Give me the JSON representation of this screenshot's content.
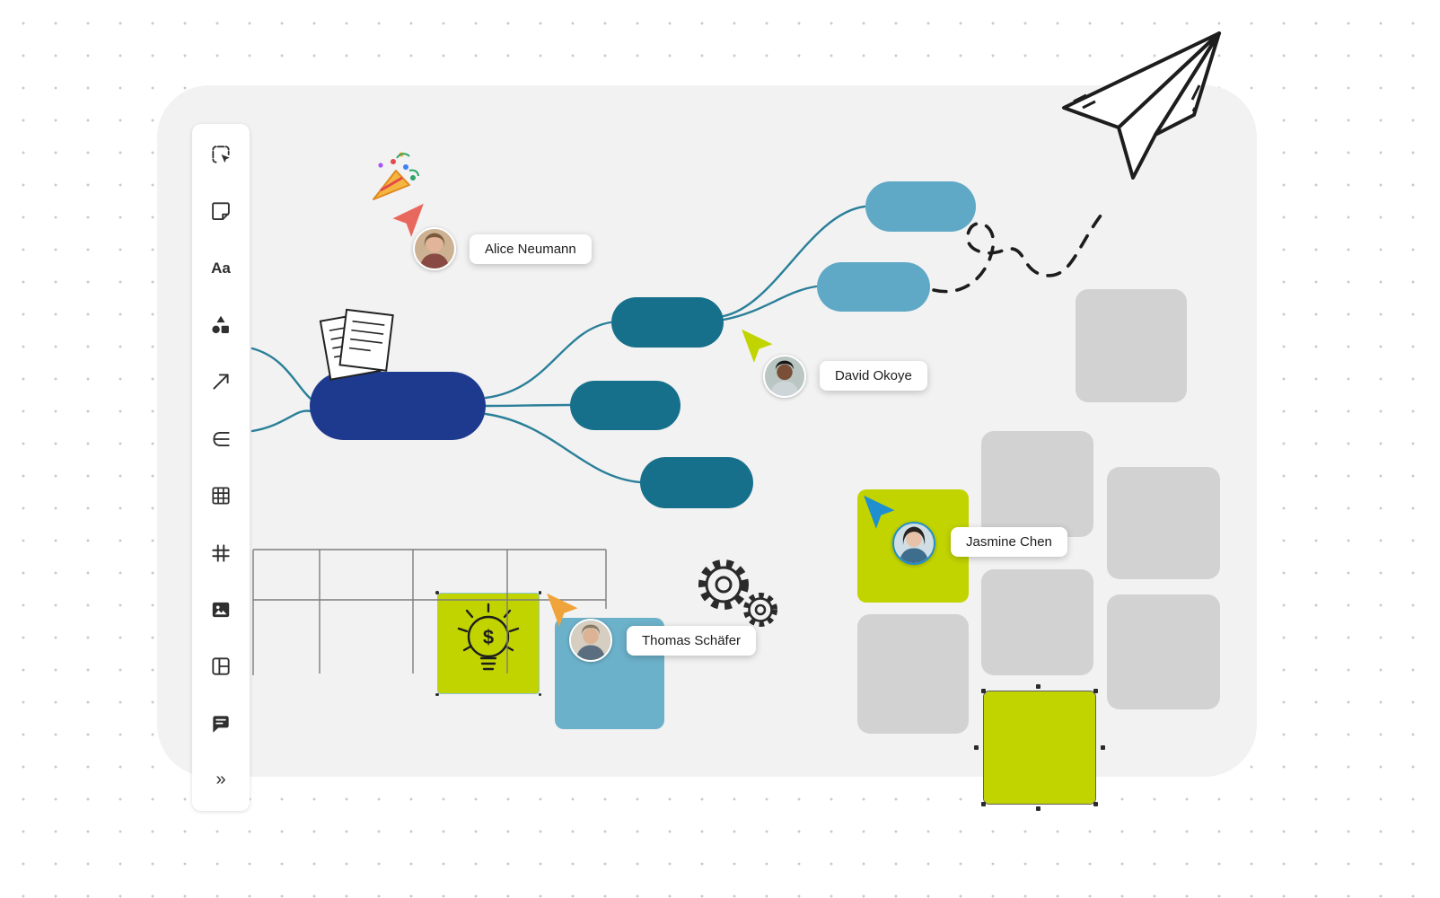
{
  "board": {
    "toolbar": {
      "text_tool_label": "Aa",
      "collapse_label": "»",
      "items": [
        {
          "id": "select-area"
        },
        {
          "id": "sticky-note"
        },
        {
          "id": "text"
        },
        {
          "id": "shapes"
        },
        {
          "id": "connector-arrow"
        },
        {
          "id": "mind-map"
        },
        {
          "id": "table"
        },
        {
          "id": "frame"
        },
        {
          "id": "image"
        },
        {
          "id": "layout"
        },
        {
          "id": "comment"
        },
        {
          "id": "collapse"
        }
      ]
    },
    "collaborators": [
      {
        "name": "Alice Neumann",
        "cursor_color": "#e8685d",
        "avatar": {
          "bg": "#cdb193",
          "face": "#e3b49a",
          "shirt": "#8a4a44",
          "hair": "#7b5a3c"
        }
      },
      {
        "name": "David Okoye",
        "cursor_color": "#c2d400",
        "avatar": {
          "bg": "#b9c6c2",
          "face": "#7a4f38",
          "shirt": "#cdd5d9",
          "hair": "#161616"
        }
      },
      {
        "name": "Jasmine Chen",
        "cursor_color": "#1f8fd0",
        "avatar": {
          "bg": "#cfdde4",
          "face": "#e8c2a8",
          "shirt": "#3e6e8e",
          "hair": "#262320"
        }
      },
      {
        "name": "Thomas Schäfer",
        "cursor_color": "#f0a33a",
        "avatar": {
          "bg": "#d6cec0",
          "face": "#dcb394",
          "shirt": "#5a6e80",
          "hair": "#8a7a64"
        }
      }
    ],
    "doodles": {
      "lightbulb_symbol": "$"
    },
    "colors": {
      "canvas_bg": "#f2f2f2",
      "mindmap_root": "#1e3a8f",
      "mindmap_branch": "#17708b",
      "mindmap_leaf": "#5fa9c6",
      "connector": "#2a7f99",
      "sticky_green": "#c2d400",
      "sticky_blue": "#6cb1ca",
      "card_gray": "#d2d2d2",
      "doodle_ink": "#222222"
    }
  }
}
